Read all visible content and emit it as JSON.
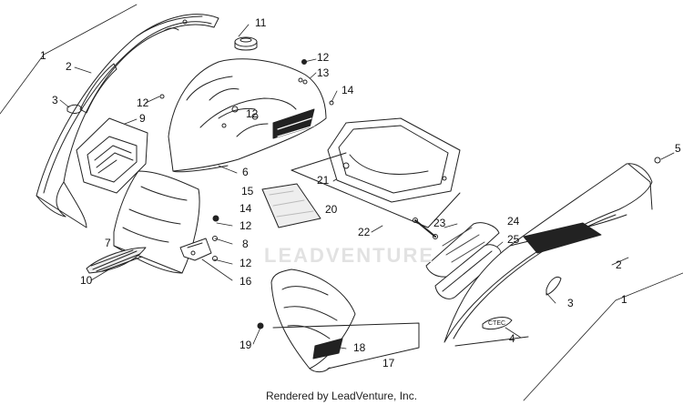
{
  "diagram": {
    "callouts": {
      "c1_left": "1",
      "c2_left": "2",
      "c3_left": "3",
      "c9": "9",
      "c11": "11",
      "c12_a": "12",
      "c13": "13",
      "c12_b": "12",
      "c14_a": "14",
      "c12_c": "12",
      "c6": "6",
      "c21": "21",
      "c15": "15",
      "c14_b": "14",
      "c20": "20",
      "c12_d": "12",
      "c7": "7",
      "c22": "22",
      "c23": "23",
      "c24": "24",
      "c8": "8",
      "c25": "25",
      "c10": "10",
      "c12_e": "12",
      "c16": "16",
      "c5": "5",
      "c2_right": "2",
      "c3_right": "3",
      "c1_right": "1",
      "c4": "4",
      "c19": "19",
      "c18": "18",
      "c17": "17"
    },
    "watermark": "LEADVENTURE",
    "footer": "Rendered by LeadVenture, Inc."
  }
}
